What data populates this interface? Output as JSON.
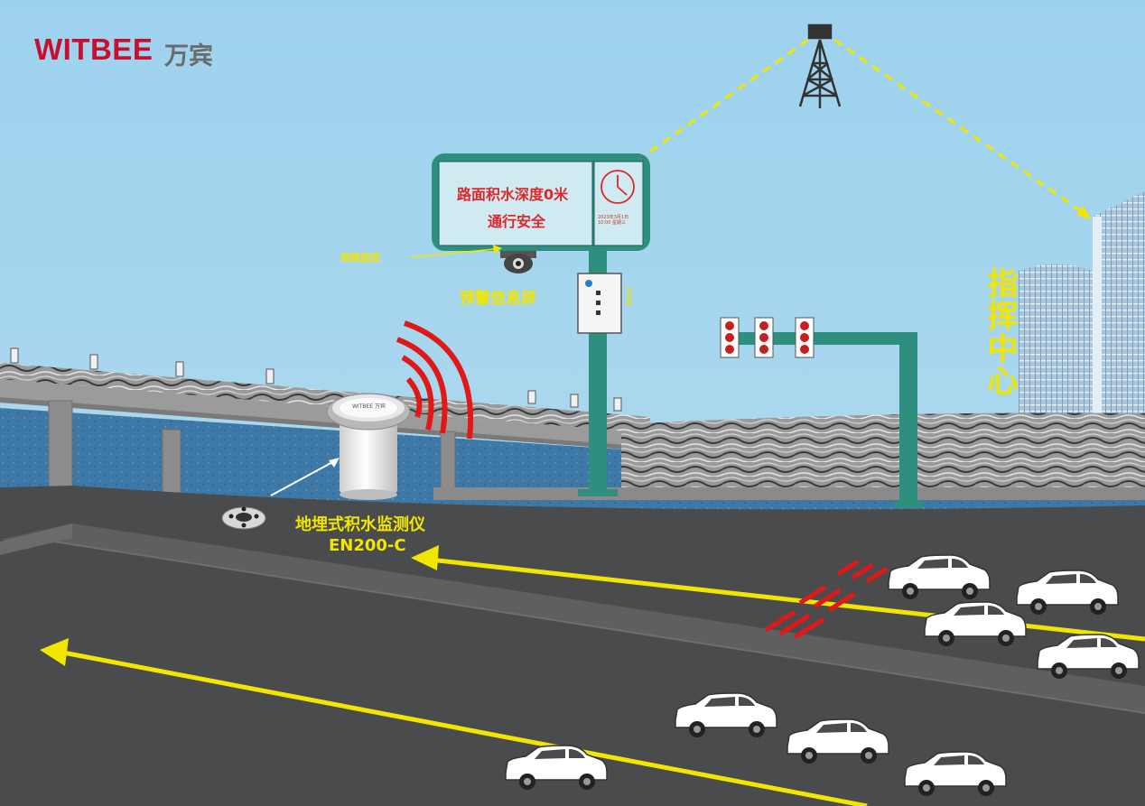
{
  "brand": {
    "name": "WITBEE",
    "name_cn": "万宾",
    "color": "#c8102e"
  },
  "info_board": {
    "line1": "路面积水深度0米",
    "line2": "通行安全",
    "clock_icon": "clock-icon",
    "date_text": "2023年3月1日 10:00 星期三"
  },
  "labels": {
    "camera": "视频监控",
    "warning_screen": "预警信息屏",
    "control_cabinet": "控制箱",
    "command_center": "指挥中心"
  },
  "device": {
    "name": "地埋式积水监测仪",
    "model": "EN200-C",
    "lid_logo": "WITBEE 万宾"
  },
  "colors": {
    "sky": "#9fd3ee",
    "road": "#4a4b4d",
    "lane_marking": "#f2e600",
    "signal_wave": "#e01818",
    "water": "#3f7aa8"
  }
}
